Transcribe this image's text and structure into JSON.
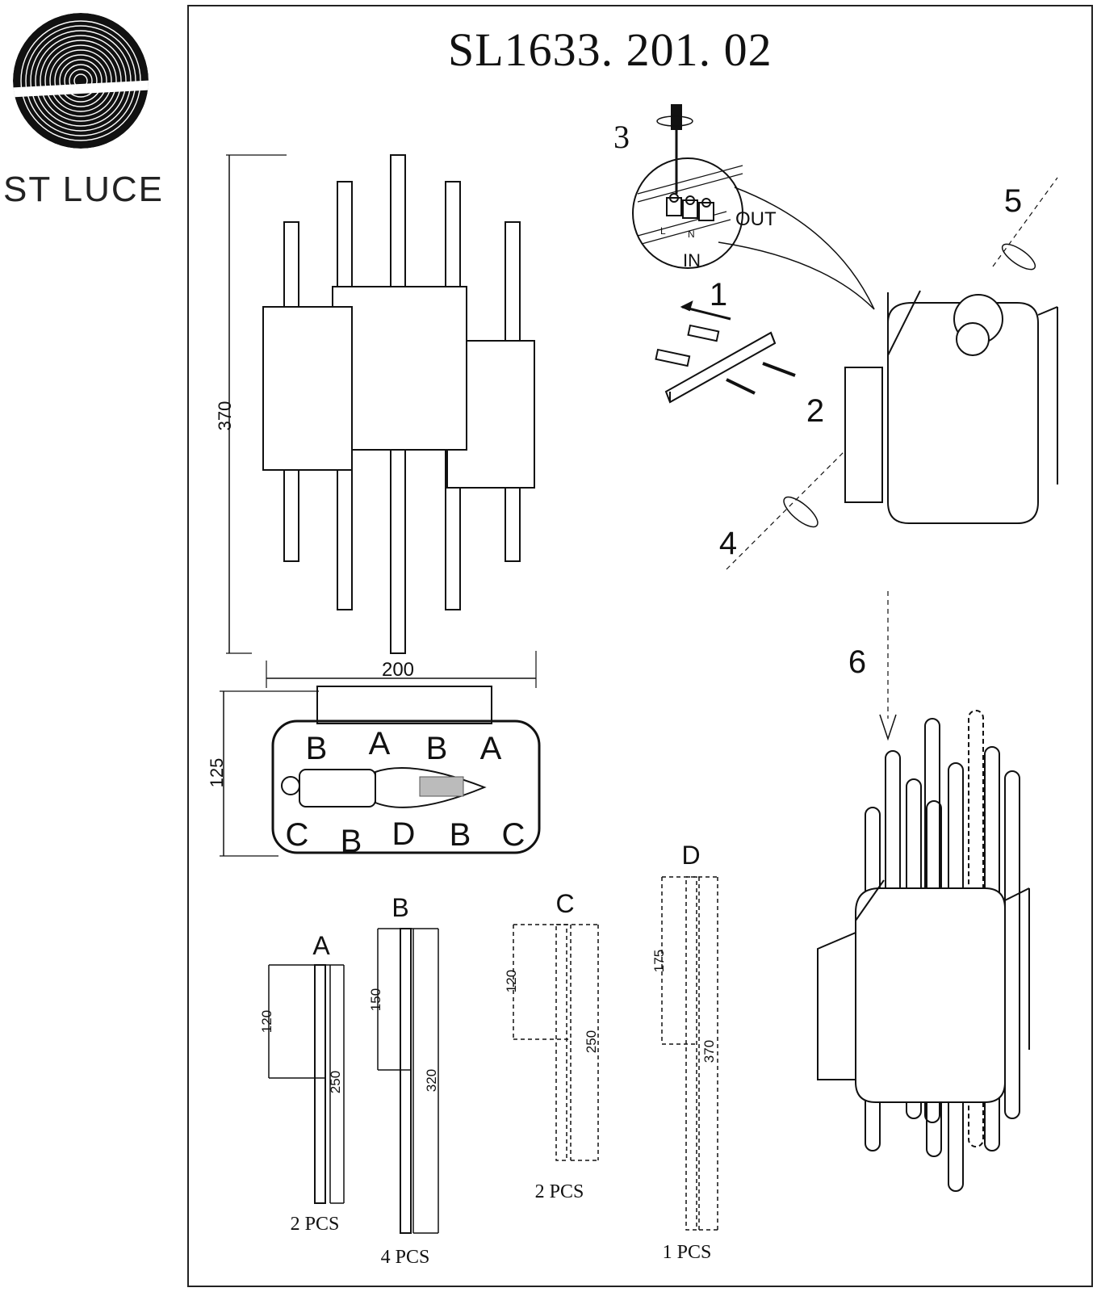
{
  "brand": {
    "name": "ST LUCE"
  },
  "title": {
    "model": "SL1633. 201. 02"
  },
  "dimensions": {
    "height": "370",
    "width": "200",
    "depth": "125"
  },
  "steps": [
    "1",
    "2",
    "3",
    "4",
    "5",
    "6"
  ],
  "wiring": {
    "out_label": "OUT",
    "in_label": "IN",
    "terminals": [
      "L",
      "N"
    ]
  },
  "top_view_labels": {
    "row1": [
      "B",
      "A",
      "B",
      "A"
    ],
    "row2": [
      "C",
      "B",
      "D",
      "B",
      "C"
    ]
  },
  "parts": [
    {
      "letter": "A",
      "dim_upper": "120",
      "dim_length": "250",
      "qty": "2 PCS"
    },
    {
      "letter": "B",
      "dim_upper": "150",
      "dim_length": "320",
      "qty": "4 PCS"
    },
    {
      "letter": "C",
      "dim_upper": "120",
      "dim_length": "250",
      "qty": "2 PCS"
    },
    {
      "letter": "D",
      "dim_upper": "175",
      "dim_length": "370",
      "qty": "1 PCS"
    }
  ]
}
